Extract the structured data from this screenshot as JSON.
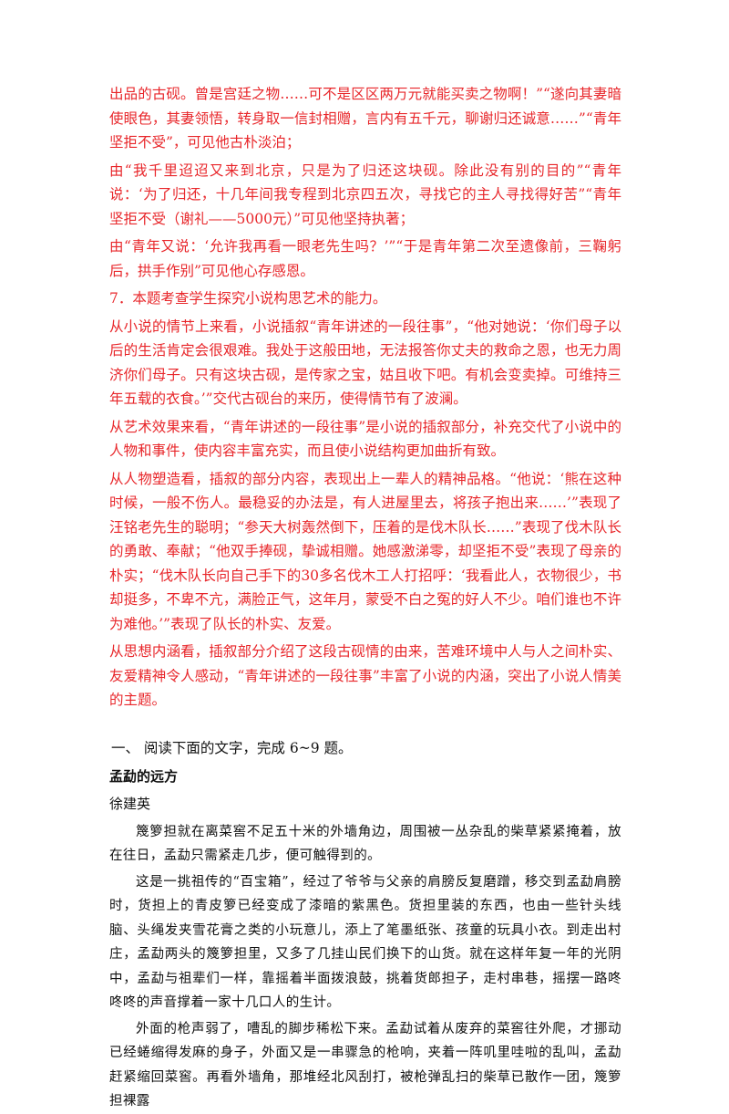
{
  "answers": [
    "出品的古砚。曾是宫廷之物……可不是区区两万元就能买卖之物啊！”“遂向其妻暗使眼色，其妻领悟，转身取一信封相赠，言内有五千元，聊谢归还诚意……”“青年坚拒不受”，可见他古朴淡泊；",
    "由“我千里迢迢又来到北京，只是为了归还这块砚。除此没有别的目的”“青年说：‘为了归还，十几年间我专程到北京四五次，寻找它的主人寻找得好苦”“青年坚拒不受（谢礼——5000元）”可见他坚持执著；",
    "由“青年又说：‘允许我再看一眼老先生吗？’”“于是青年第二次至遗像前，三鞠躬后，拱手作别”可见他心存感恩。",
    "7．本题考查学生探究小说构思艺术的能力。",
    "从小说的情节上来看，小说插叙“青年讲述的一段往事”，“他对她说：‘你们母子以后的生活肯定会很艰难。我处于这般田地，无法报答你丈夫的救命之恩，也无力周济你们母子。只有这块古砚，是传家之宝，姑且收下吧。有机会变卖掉。可维持三年五载的衣食。’”交代古砚台的来历，使得情节有了波澜。",
    "从艺术效果来看，“青年讲述的一段往事”是小说的插叙部分，补充交代了小说中的人物和事件，使内容丰富充实，而且使小说结构更加曲折有致。",
    "从人物塑造看，插叙的部分内容，表现出上一辈人的精神品格。“他说：‘熊在这种时候，一般不伤人。最稳妥的办法是，有人进屋里去，将孩子抱出来……’”表现了汪铭老先生的聪明；“参天大树轰然倒下，压着的是伐木队长……”表现了伐木队长的勇敢、奉献；“他双手捧砚，挚诚相赠。她感激涕零，却坚拒不受”表现了母亲的朴实；“伐木队长向自己手下的30多名伐木工人打招呼：‘我看此人，衣物很少，书却挺多，不卑不亢，满脸正气，这年月，蒙受不白之冤的好人不少。咱们谁也不许为难他。’”表现了队长的朴实、友爱。",
    "从思想内涵看，插叙部分介绍了这段古砚情的由来，苦难环境中人与人之间朴实、友爱精神令人感动，“青年讲述的一段往事”丰富了小说的内涵，突出了小说人情美的主题。"
  ],
  "question": {
    "intro": "一、  阅读下面的文字，完成 6~9 题。",
    "title": "孟勐的远方",
    "author": "徐建英",
    "paragraphs": [
      "篾箩担就在离菜窖不足五十米的外墙角边，周围被一丛杂乱的柴草紧紧掩着，放在往日，孟勐只需紧走几步，便可触得到的。",
      "这是一挑祖传的“百宝箱”，经过了爷爷与父亲的肩膀反复磨蹭，移交到孟勐肩膀时，货担上的青皮箩已经变成了漆暗的紫黑色。货担里装的东西，也由一些针头线脑、头绳发夹雪花膏之类的小玩意儿，添上了笔墨纸张、孩童的玩具小衣。到走出村庄，孟勐两头的篾箩担里，又多了几挂山民们换下的山货。就在这样年复一年的光阴中，孟勐与祖辈们一样，靠摇着半面拨浪鼓，挑着货郎担子，走村串巷，摇摆一路咚咚咚的声音撑着一家十几口人的生计。",
      "外面的枪声弱了，嘈乱的脚步稀松下来。孟勐试着从废弃的菜窖往外爬，才挪动已经蜷缩得发麻的身子，外面又是一串骤急的枪响，夹着一阵叽里哇啦的乱叫，孟勐赶紧缩回菜窖。再看外墙角，那堆经北风刮打，被枪弹乱扫的柴草已散作一团，篾箩担裸露"
    ]
  }
}
